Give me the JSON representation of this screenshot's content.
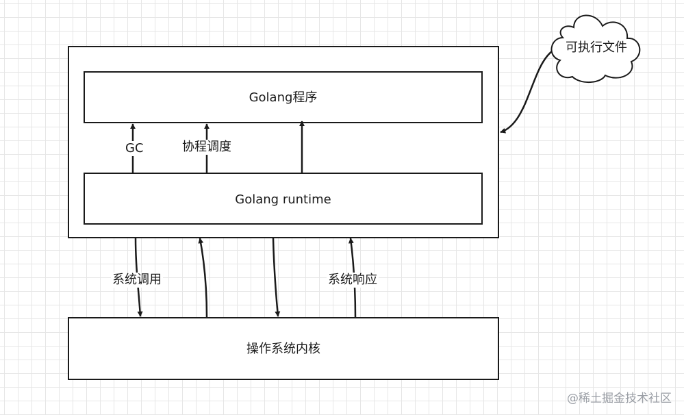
{
  "boxes": {
    "golang_program": "Golang程序",
    "golang_runtime": "Golang runtime",
    "os_kernel": "操作系统内核"
  },
  "labels": {
    "gc": "GC",
    "coroutine_scheduling": "协程调度",
    "system_call": "系统调用",
    "system_response": "系统响应"
  },
  "cloud": {
    "text": "可执行文件"
  },
  "watermark": "@稀土掘金技术社区",
  "colors": {
    "stroke": "#1a1a1a",
    "grid": "#e6e6e6",
    "background": "#ffffff",
    "watermark": "#9a9ea5"
  }
}
